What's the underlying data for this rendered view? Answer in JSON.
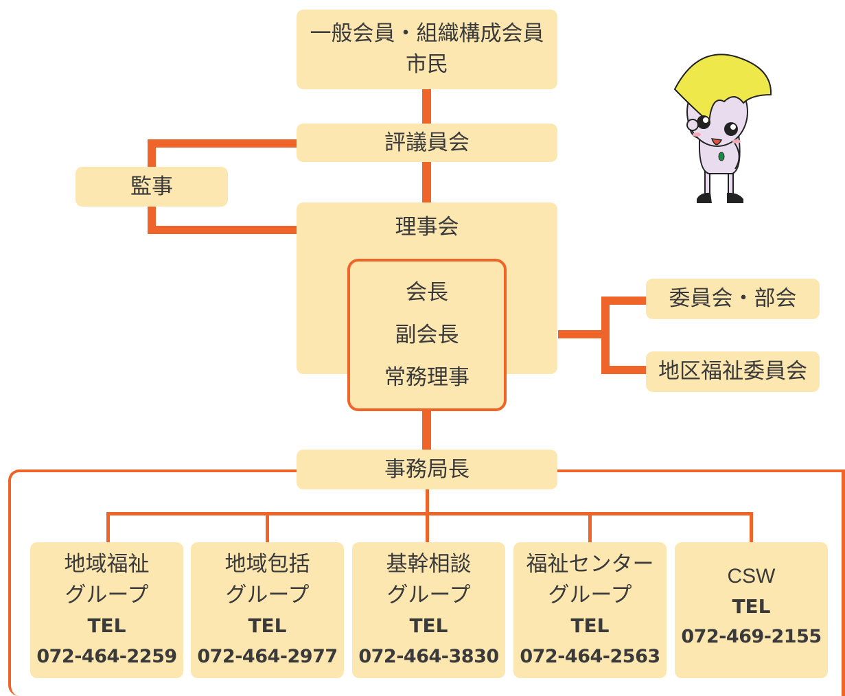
{
  "members": {
    "line1": "一般会員・組織構成会員",
    "line2": "市民"
  },
  "council": {
    "label": "評議員会"
  },
  "auditor": {
    "label": "監事"
  },
  "board": {
    "label": "理事会"
  },
  "executives": {
    "line1": "会長",
    "line2": "副会長",
    "line3": "常務理事"
  },
  "committees": {
    "label": "委員会・部会"
  },
  "district": {
    "label": "地区福祉委員会"
  },
  "director": {
    "label": "事務局長"
  },
  "groups": [
    {
      "line1": "地域福祉",
      "line2": "グループ",
      "tel_label": "TEL",
      "tel": "072-464-2259"
    },
    {
      "line1": "地域包括",
      "line2": "グループ",
      "tel_label": "TEL",
      "tel": "072-464-2977"
    },
    {
      "line1": "基幹相談",
      "line2": "グループ",
      "tel_label": "TEL",
      "tel": "072-464-3830"
    },
    {
      "line1": "福祉センター",
      "line2": "グループ",
      "tel_label": "TEL",
      "tel": "072-464-2563"
    },
    {
      "line1": "CSW",
      "tel_label": "TEL",
      "tel": "072-469-2155"
    }
  ],
  "colors": {
    "box_fill": "#fce7b0",
    "connector": "#ef6428",
    "text": "#3a3a3a"
  },
  "mascot": {
    "icon": "ginkgo-leaf-mascot-icon"
  }
}
